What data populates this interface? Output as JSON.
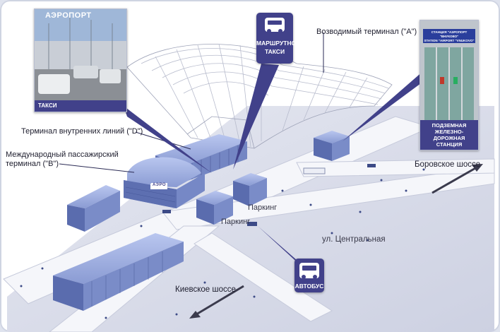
{
  "terminals": {
    "a": "Возводимый терминал (\"А\")",
    "d": "Терминал внутренних линий (\"D\")",
    "b_line1": "Международный пассажирский",
    "b_line2": "терминал (\"В\")"
  },
  "photos": {
    "taxi_caption": "ТАКСИ",
    "airport_sign": "АЭРОПОРТ",
    "station_caption_line1": "ПОДЗЕМНАЯ ЖЕЛЕЗНО-",
    "station_caption_line2": "ДОРОЖНАЯ СТАНЦИЯ",
    "station_sign_line1": "СТАНЦИЯ \"АЭРОПОРТ \"ВНУКОВО\"",
    "station_sign_line2": "STATION \"AIRPORT \"VNUKOVO\""
  },
  "badges": {
    "shuttle_line1": "МАРШРУТНОЕ",
    "shuttle_line2": "ТАКСИ",
    "bus": "АВТОБУС"
  },
  "parking": [
    "Паркинг",
    "Паркинг"
  ],
  "roads": {
    "borovskoe": "Боровское шоссе",
    "kievskoe": "Киевское шоссе",
    "tsentralnaya": "ул. Центральная"
  },
  "building_sign": "АЭРО",
  "colors": {
    "badge": "#41418a",
    "building": "#7e90c8",
    "road": "#f4f5f9",
    "ground": "#d9dcea"
  },
  "icons": [
    "bus-icon",
    "taxi-icon"
  ]
}
